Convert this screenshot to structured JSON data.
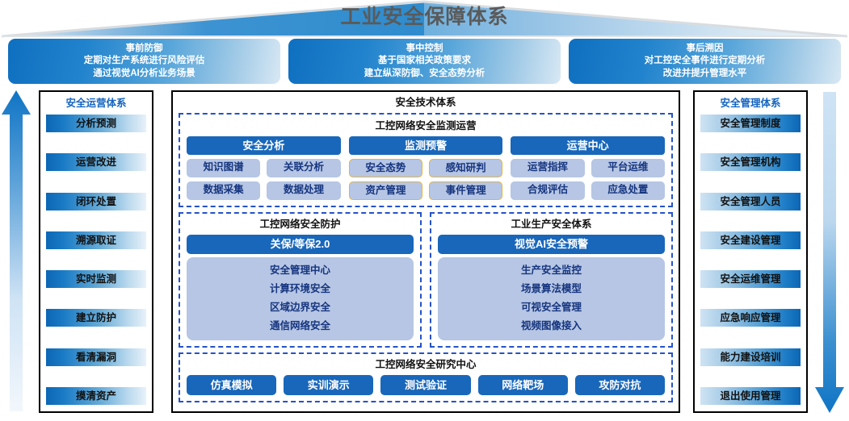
{
  "header": {
    "title": "工业安全保障体系",
    "banners": [
      {
        "name": "pre-event-defense",
        "lines": [
          "事前防御",
          "定期对生产系统进行风险评估",
          "通过视觉AI分析业务场景"
        ]
      },
      {
        "name": "in-event-control",
        "lines": [
          "事中控制",
          "基于国家相关政策要求",
          "建立纵深防御、安全态势分析"
        ]
      },
      {
        "name": "post-event-tracing",
        "lines": [
          "事后溯因",
          "对工控安全事件进行定期分析",
          "改进并提升管理水平"
        ]
      }
    ]
  },
  "left_sidebar": {
    "title": "安全运营体系",
    "items": [
      "分析预测",
      "运营改进",
      "闭环处置",
      "溯源取证",
      "实时监测",
      "建立防护",
      "看清漏洞",
      "摸清资产"
    ]
  },
  "right_sidebar": {
    "title": "安全管理体系",
    "items": [
      "安全管理制度",
      "安全管理机构",
      "安全管理人员",
      "安全建设管理",
      "安全运维管理",
      "应急响应管理",
      "能力建设培训",
      "退出使用管理"
    ]
  },
  "center": {
    "title": "安全技术体系",
    "monitoring": {
      "title": "工控网络安全监测运营",
      "columns": [
        {
          "head": "安全分析",
          "gold": false,
          "rows": [
            [
              "知识图谱",
              "关联分析"
            ],
            [
              "数据采集",
              "数据处理"
            ]
          ]
        },
        {
          "head": "监测预警",
          "gold": true,
          "rows": [
            [
              "安全态势",
              "感知研判"
            ],
            [
              "资产管理",
              "事件管理"
            ]
          ]
        },
        {
          "head": "运营中心",
          "gold": false,
          "rows": [
            [
              "运营指挥",
              "平台运维"
            ],
            [
              "合规评估",
              "应急处置"
            ]
          ]
        }
      ]
    },
    "mid_panels": [
      {
        "title": "工控网络安全防护",
        "head": "关保/等保2.0",
        "lines": [
          "安全管理中心",
          "计算环境安全",
          "区域边界安全",
          "通信网络安全"
        ]
      },
      {
        "title": "工业生产安全体系",
        "head": "视觉AI安全预警",
        "lines": [
          "生产安全监控",
          "场景算法模型",
          "可视安全管理",
          "视频图像接入"
        ]
      }
    ],
    "research": {
      "title": "工控网络安全研究中心",
      "chips": [
        "仿真模拟",
        "实训演示",
        "测试验证",
        "网络靶场",
        "攻防对抗"
      ]
    }
  },
  "arrows": {
    "left": {
      "icon": "arrow-up-icon",
      "direction": "up"
    },
    "right": {
      "icon": "arrow-down-icon",
      "direction": "down"
    }
  },
  "colors": {
    "primary_blue": "#1967ba",
    "deep_blue": "#0c66b5",
    "chip_bg": "#b6c6e4",
    "chip_text": "#16357f",
    "dash_border": "#2452c8",
    "gold_outline": "#e0b44a",
    "title_gray": "#5a5a5a",
    "sidebar_title": "#1565c0"
  }
}
